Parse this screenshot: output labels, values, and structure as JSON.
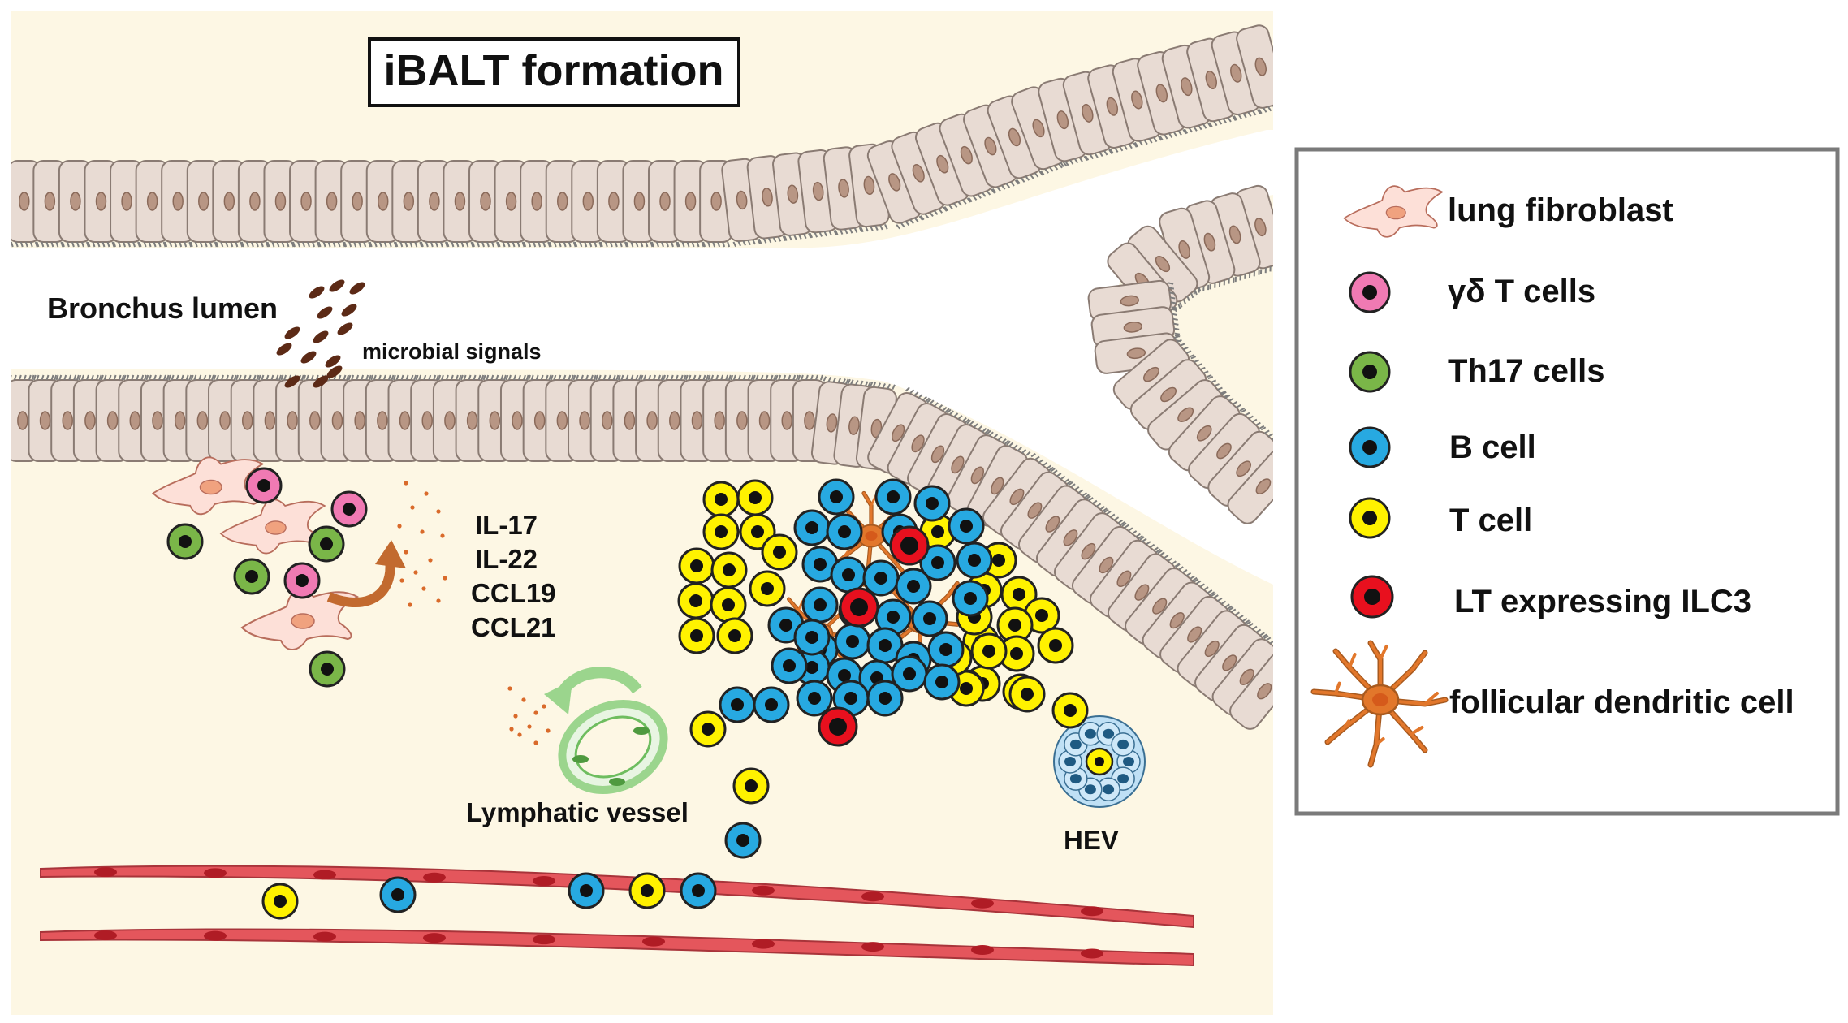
{
  "title": "iBALT formation",
  "labels": {
    "bronchus_lumen": "Bronchus lumen",
    "microbial_signals": "microbial signals",
    "cytokines": [
      "IL-17",
      "IL-22",
      "CCL19",
      "CCL21"
    ],
    "lymphatic_vessel": "Lymphatic vessel",
    "hev": "HEV"
  },
  "legend": {
    "items": [
      {
        "icon": "fibroblast-icon",
        "label": "lung fibroblast"
      },
      {
        "icon": "gamma-delta-t-cell-icon",
        "label": "γδ T cells"
      },
      {
        "icon": "th17-cell-icon",
        "label": "Th17 cells"
      },
      {
        "icon": "b-cell-icon",
        "label": "B cell"
      },
      {
        "icon": "t-cell-icon",
        "label": "T cell"
      },
      {
        "icon": "ilc3-cell-icon",
        "label": "LT expressing ILC3"
      },
      {
        "icon": "follicular-dendritic-cell-icon",
        "label": "follicular dendritic cell"
      }
    ]
  },
  "colors": {
    "tissue_background": "#fdf7e4",
    "epithelial_cell": "#e8dbd3",
    "epithelial_nucleus": "#b89684",
    "gamma_delta_t_cell": "#f07ab3",
    "th17_cell": "#7ab648",
    "b_cell": "#27a9e1",
    "t_cell": "#fff200",
    "ilc3_cell": "#e8101e",
    "follicular_dendritic_cell": "#e2772b",
    "fibroblast": "#fde0d8",
    "blood_vessel": "#e4565c",
    "lymphatic_vessel": "#9bd58d",
    "hev": "#bfe0f5",
    "microbe": "#5c2a16",
    "cytokine_dot": "#d96a2a"
  }
}
